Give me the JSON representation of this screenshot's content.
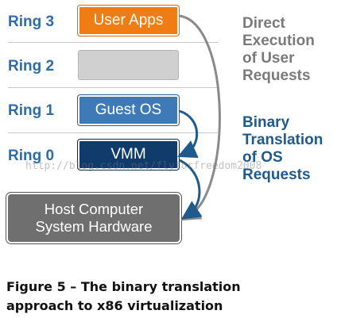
{
  "rings": [
    "Ring 3",
    "Ring 2",
    "Ring 1",
    "Ring 0"
  ],
  "boxes": {
    "user_apps": "User Apps",
    "ring2": "",
    "guest_os": "Guest OS",
    "vmm": "VMM",
    "host_line1": "Host Computer",
    "host_line2": "System Hardware"
  },
  "side": {
    "direct": [
      "Direct",
      "Execution",
      "of User",
      "Requests"
    ],
    "binary": [
      "Binary",
      "Translation",
      "of OS",
      "Requests"
    ]
  },
  "watermark": "http://blog.csdn.net/flyforfreedom2008",
  "caption": [
    "Figure 5 – The binary translation",
    "approach to x86 virtualization"
  ],
  "colors": {
    "ring_label": "#2f6ca6",
    "user_apps": "#f07d13",
    "ring2": "#d0d0d0",
    "guest_os": "#3e7ab5",
    "vmm": "#0f3c6b",
    "host": "#6f6f6f",
    "direct_text": "#7a7a7a",
    "binary_text": "#1f5a8c",
    "arrow_gray": "#8a8a8a",
    "arrow_blue": "#1f5a8c"
  }
}
